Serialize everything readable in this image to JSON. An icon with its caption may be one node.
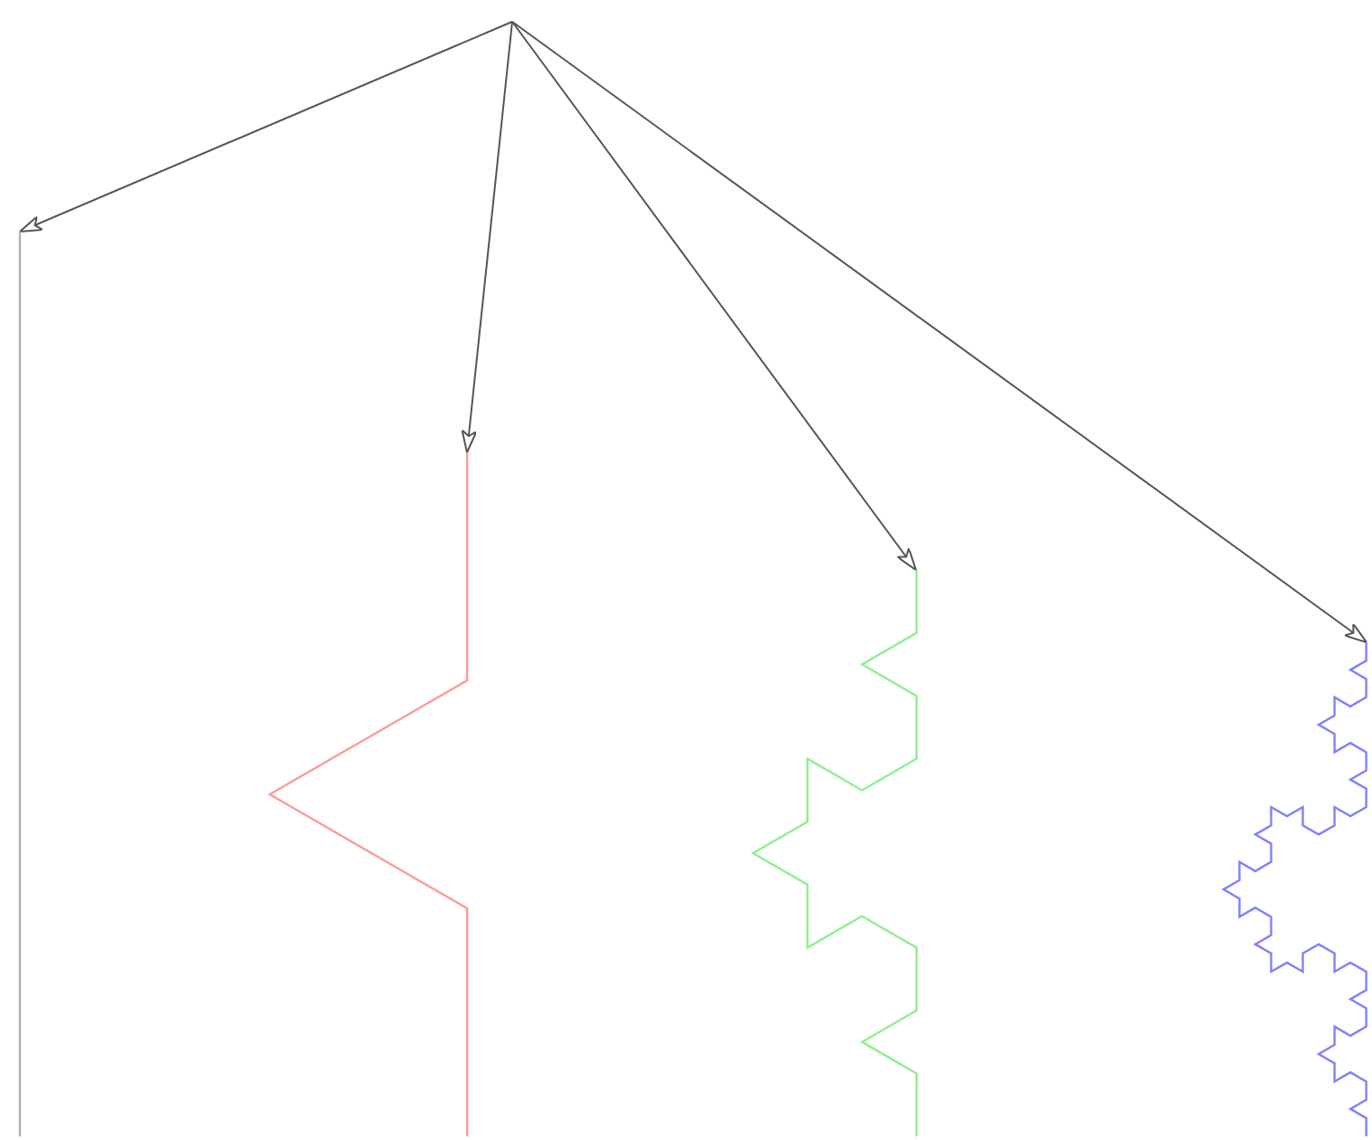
{
  "diagram": {
    "nodes": [
      {
        "text": [],
        "shape": "picture"
      },
      {
        "text": [],
        "shape": "picture"
      },
      {
        "text": [],
        "shape": "picture"
      },
      {
        "text": [],
        "shape": "picture"
      }
    ],
    "edges": [
      {
        "from": null,
        "to": 0,
        "arrow": "to"
      },
      {
        "from": null,
        "to": 1,
        "arrow": "to"
      },
      {
        "from": null,
        "to": 2,
        "arrow": "to"
      },
      {
        "from": null,
        "to": 3,
        "arrow": "to"
      }
    ]
  }
}
